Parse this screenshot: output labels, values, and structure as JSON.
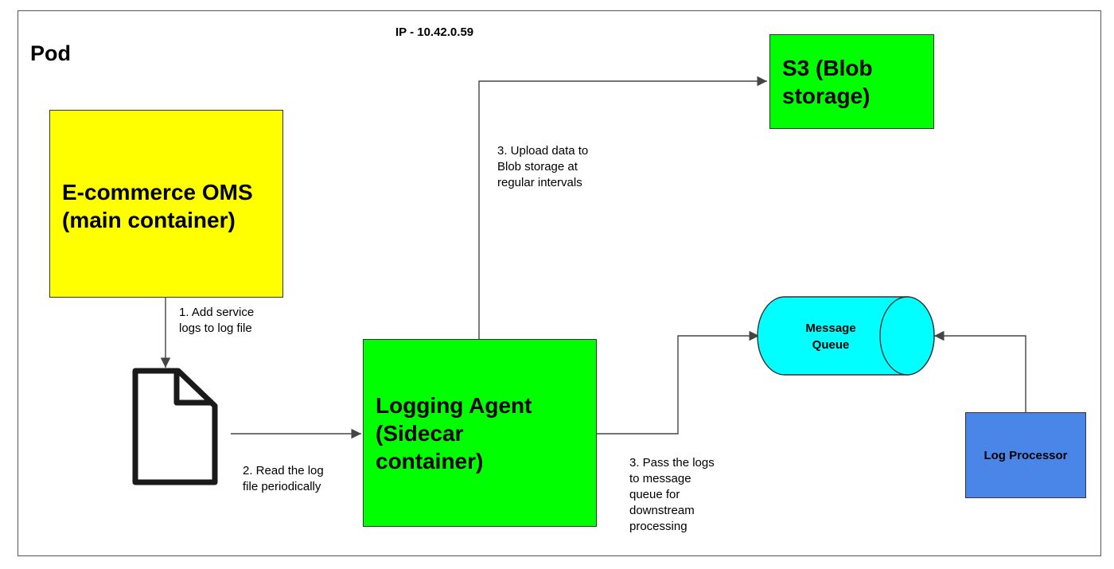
{
  "pod": {
    "title": "Pod",
    "ip": "IP -  10.42.0.59"
  },
  "nodes": {
    "oms": {
      "lines": [
        "E-commerce OMS",
        "(main container)"
      ],
      "color": "#ffff00"
    },
    "agent": {
      "lines": [
        "Logging Agent",
        "(Sidecar",
        "container)"
      ],
      "color": "#00ff00"
    },
    "s3": {
      "lines": [
        "S3 (Blob",
        "storage)"
      ],
      "color": "#00ff00"
    },
    "queue": {
      "lines": [
        "Message",
        "Queue"
      ],
      "color": "#00ffff"
    },
    "processor": {
      "label": "Log Processor",
      "color": "#4a86e8"
    },
    "log_file": {
      "icon": "document-icon"
    }
  },
  "edges": {
    "add_logs": {
      "lines": [
        "1. Add service",
        "logs to log file"
      ]
    },
    "read_log": {
      "lines": [
        "2. Read the log",
        "file periodically"
      ]
    },
    "upload": {
      "lines": [
        "3. Upload data to",
        "Blob storage at",
        "regular intervals"
      ]
    },
    "pass_logs": {
      "lines": [
        "3. Pass the logs",
        "to message",
        "queue for",
        "downstream",
        "processing"
      ]
    }
  }
}
